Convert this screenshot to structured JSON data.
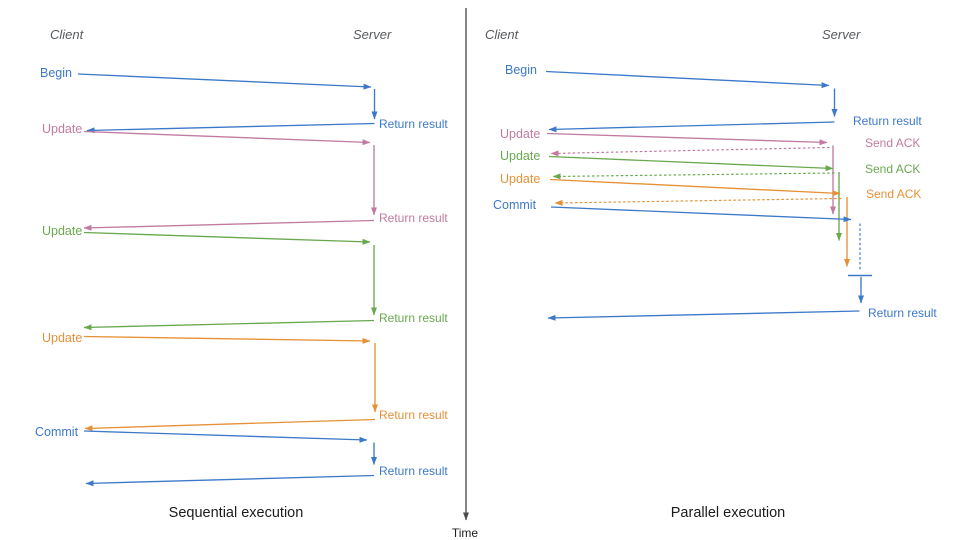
{
  "colors": {
    "blue": "#3d79c9",
    "pink": "#c27ba0",
    "green": "#6aa84f",
    "orange": "#e69138",
    "header": "#575b5f",
    "axis": "#4d4d4d",
    "caption": "#1c1c1c"
  },
  "time_axis": {
    "label": "Time"
  },
  "left_panel": {
    "client_header": "Client",
    "server_header": "Server",
    "caption": "Sequential execution",
    "labels": {
      "begin": "Begin",
      "return1": "Return result",
      "update1": "Update",
      "return2": "Return result",
      "update2": "Update",
      "return3": "Return result",
      "update3": "Update",
      "return4": "Return result",
      "commit": "Commit",
      "return5": "Return result"
    }
  },
  "right_panel": {
    "client_header": "Client",
    "server_header": "Server",
    "caption": "Parallel execution",
    "labels": {
      "begin": "Begin",
      "return1": "Return result",
      "update1": "Update",
      "ack1": "Send ACK",
      "update2": "Update",
      "ack2": "Send ACK",
      "update3": "Update",
      "ack3": "Send ACK",
      "commit": "Commit",
      "return2": "Return result"
    }
  }
}
